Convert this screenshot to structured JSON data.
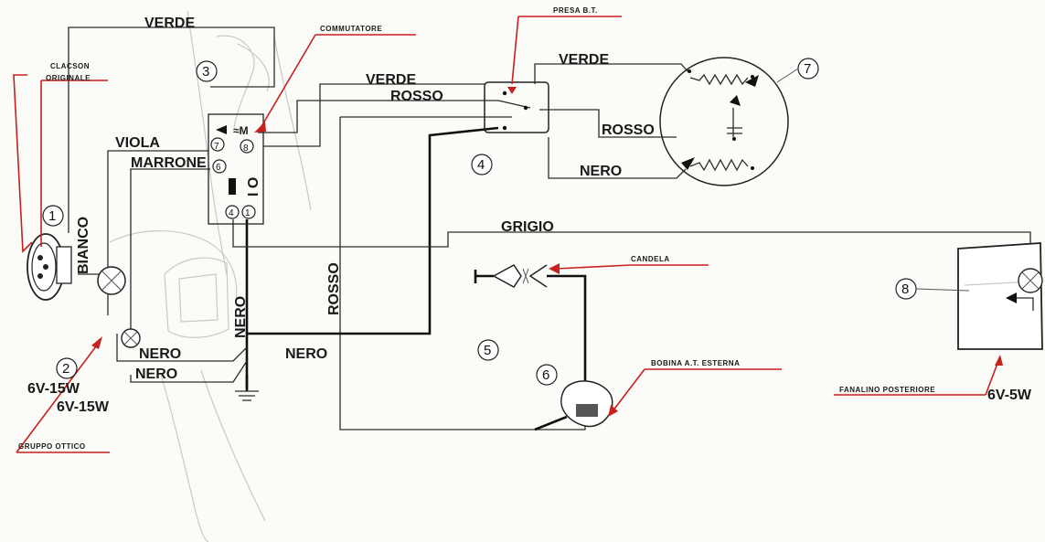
{
  "wire_labels": {
    "verde_top": "VERDE",
    "verde_mid": "VERDE",
    "verde_right": "VERDE",
    "rosso_mid": "ROSSO",
    "rosso_right": "ROSSO",
    "rosso_vertical": "ROSSO",
    "viola": "VIOLA",
    "marrone": "MARRONE",
    "bianco": "BIANCO",
    "nero_right": "NERO",
    "nero_vertical": "NERO",
    "nero_a": "NERO",
    "nero_b": "NERO",
    "nero_c": "NERO",
    "grigio": "GRIGIO"
  },
  "component_labels": {
    "clacson": "CLACSON",
    "originale": "ORIGINALE",
    "commutatore": "COMMUTATORE",
    "presa": "PRESA B.T.",
    "candela": "CANDELA",
    "bobina": "BOBINA A.T. ESTERNA",
    "fanalino": "FANALINO POSTERIORE",
    "gruppo": "GRUPPO OTTICO"
  },
  "ratings": {
    "r1": "6V-15W",
    "r2": "6V-15W",
    "r3": "6V-5W"
  },
  "numbers": [
    "1",
    "2",
    "3",
    "4",
    "5",
    "6",
    "7",
    "8"
  ],
  "switch_marks": [
    "7",
    "8",
    "6",
    "4",
    "1"
  ],
  "switch_io": "I O",
  "colors": {
    "accent": "#c8201c",
    "wire": "#2c2c2c"
  }
}
